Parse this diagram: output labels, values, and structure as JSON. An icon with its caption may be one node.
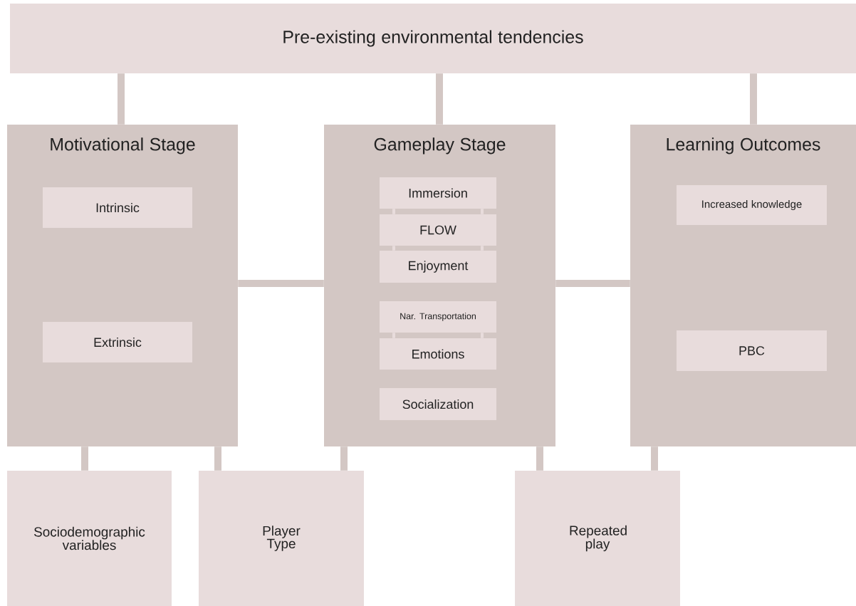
{
  "diagram": {
    "nodes": [
      {
        "text": [
          "Pre-existing environmental tendencies"
        ]
      },
      {
        "text": [
          "Motivational Stage"
        ]
      },
      {
        "text": [
          "Intrinsic"
        ],
        "in": 1
      },
      {
        "text": [
          "Extrinsic"
        ],
        "in": 1
      },
      {
        "text": [
          "Gameplay Stage"
        ]
      },
      {
        "text": [
          "Immersion"
        ],
        "in": 4
      },
      {
        "text": [
          "FLOW"
        ],
        "in": 4
      },
      {
        "text": [
          "Enjoyment"
        ],
        "in": 4
      },
      {
        "text": [
          "Nar. Transportation"
        ],
        "in": 4
      },
      {
        "text": [
          "Emotions"
        ],
        "in": 4
      },
      {
        "text": [
          "Socialization"
        ],
        "in": 4
      },
      {
        "text": [
          "Learning Outcomes"
        ]
      },
      {
        "text": [
          "Increased knowledge"
        ],
        "in": 11
      },
      {
        "text": [
          "PBC"
        ],
        "in": 11
      },
      {
        "text": [
          "Sociodemographic variables"
        ]
      },
      {
        "text": [
          "Player Type"
        ]
      },
      {
        "text": [
          "Repeated play"
        ]
      }
    ],
    "edges": [
      {
        "from": 0,
        "to": 1,
        "arrow": "none"
      },
      {
        "from": 0,
        "to": 4,
        "arrow": "none"
      },
      {
        "from": 0,
        "to": 11,
        "arrow": "none"
      },
      {
        "from": 1,
        "to": 4,
        "arrow": "none"
      },
      {
        "from": 4,
        "to": 11,
        "arrow": "none"
      },
      {
        "from": 5,
        "to": 6,
        "arrow": "none"
      },
      {
        "from": 6,
        "to": 7,
        "arrow": "none"
      },
      {
        "from": 8,
        "to": 9,
        "arrow": "none"
      },
      {
        "from": 1,
        "to": 14,
        "arrow": "none"
      },
      {
        "from": 1,
        "to": 15,
        "arrow": "none"
      },
      {
        "from": 4,
        "to": 15,
        "arrow": "none"
      },
      {
        "from": 4,
        "to": 16,
        "arrow": "none"
      },
      {
        "from": 11,
        "to": 16,
        "arrow": "none"
      }
    ]
  }
}
